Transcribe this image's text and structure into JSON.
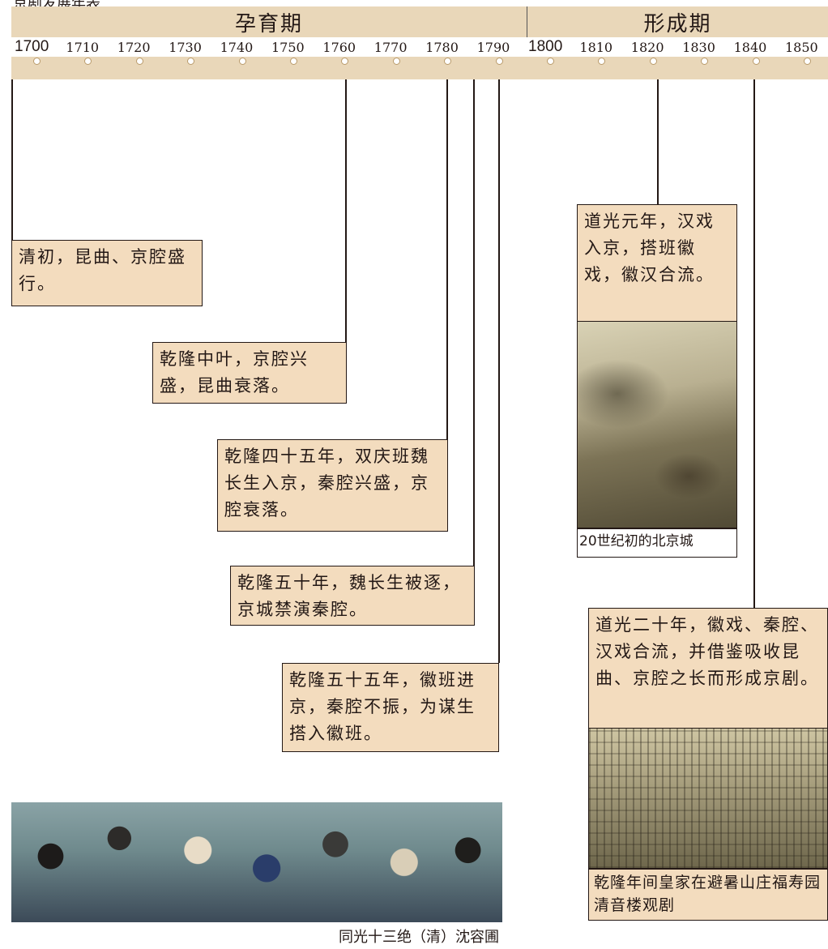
{
  "title": "京剧发展年表",
  "eras": [
    "孕育期",
    "形成期"
  ],
  "years": [
    "1700",
    "1710",
    "1720",
    "1730",
    "1740",
    "1750",
    "1760",
    "1770",
    "1780",
    "1790",
    "1800",
    "1810",
    "1820",
    "1830",
    "1840",
    "1850"
  ],
  "events": [
    {
      "text": "清初，昆曲、京腔盛行。"
    },
    {
      "text": "乾隆中叶，京腔兴盛，昆曲衰落。"
    },
    {
      "text": "乾隆四十五年，双庆班魏长生入京，秦腔兴盛，京腔衰落。"
    },
    {
      "text": "乾隆五十年，魏长生被逐，京城禁演秦腔。"
    },
    {
      "text": "乾隆五十五年，徽班进京，秦腔不振，为谋生搭入徽班。"
    },
    {
      "text": "道光元年，汉戏入京，搭班徽戏，徽汉合流。"
    },
    {
      "text": "道光二十年，徽戏、秦腔、汉戏合流，并借鉴吸收昆曲、京腔之长而形成京剧。"
    }
  ],
  "images": [
    {
      "caption": "20世纪初的北京城"
    },
    {
      "caption": "乾隆年间皇家在避暑山庄福寿园清音楼观剧"
    },
    {
      "caption": "同光十三绝（清）沈容圃"
    }
  ]
}
